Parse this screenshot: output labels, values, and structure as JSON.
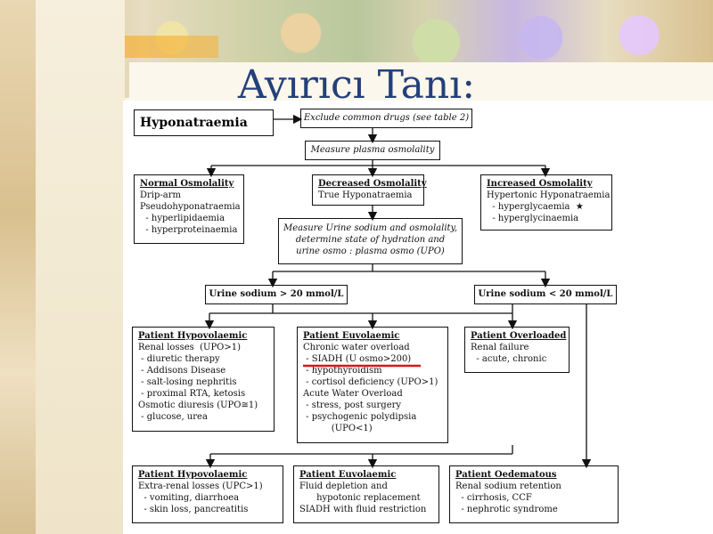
{
  "slide": {
    "title": "Ayırıcı Tanı:"
  },
  "diagram": {
    "hyponatraemia": "Hyponatraemia",
    "exclude": "Exclude common drugs (see table 2)",
    "measure_plasma": "Measure plasma osmolality",
    "normal": {
      "title": "Normal Osmolality",
      "lines": [
        "Drip-arm",
        "Pseudohyponatraemia",
        "  - hyperlipidaemia",
        "  - hyperproteinaemia"
      ]
    },
    "decreased": {
      "title": "Decreased Osmolality",
      "lines": [
        "True Hyponatraemia"
      ]
    },
    "increased": {
      "title": "Increased Osmolality",
      "lines": [
        "Hypertonic Hyponatraemia",
        "  - hyperglycaemia  ★",
        "  - hyperglycinaemia"
      ]
    },
    "measure_urine": {
      "lines": [
        "Measure Urine sodium and osmolality,",
        "determine state of hydration and",
        "urine osmo : plasma osmo (UPO)"
      ]
    },
    "urine_gt": "Urine sodium > 20 mmol/L",
    "urine_lt": "Urine sodium < 20 mmol/L",
    "hypovolaemic_a": {
      "title": "Patient Hypovolaemic",
      "lines": [
        "Renal losses  (UPO>1)",
        " - diuretic therapy",
        " - Addisons Disease",
        " - salt-losing nephritis",
        " - proximal RTA, ketosis",
        "Osmotic diuresis (UPO≅1)",
        " - glucose, urea"
      ]
    },
    "euvolaemic_a": {
      "title": "Patient Euvolaemic",
      "lines": [
        "Chronic water overload",
        " - SIADH (U osmo>200)",
        " - hypothyroidism",
        " - cortisol deficiency (UPO>1)",
        "Acute Water Overload",
        " - stress, post surgery",
        " - psychogenic polydipsia",
        "          (UPO<1)"
      ]
    },
    "overloaded": {
      "title": "Patient Overloaded",
      "lines": [
        "Renal failure",
        "  - acute, chronic"
      ]
    },
    "hypovolaemic_b": {
      "title": "Patient Hypovolaemic",
      "lines": [
        "Extra-renal losses (UPC>1)",
        "  - vomiting, diarrhoea",
        "  - skin loss, pancreatitis"
      ]
    },
    "euvolaemic_b": {
      "title": "Patient Euvolaemic",
      "lines": [
        "Fluid depletion and",
        "      hypotonic replacement",
        "SIADH with fluid restriction"
      ]
    },
    "oedematous": {
      "title": "Patient Oedematous",
      "lines": [
        "Renal sodium retention",
        "  - cirrhosis, CCF",
        "  - nephrotic syndrome"
      ]
    }
  },
  "colors": {
    "title": "#23407a",
    "highlight": "#d11a1a"
  }
}
